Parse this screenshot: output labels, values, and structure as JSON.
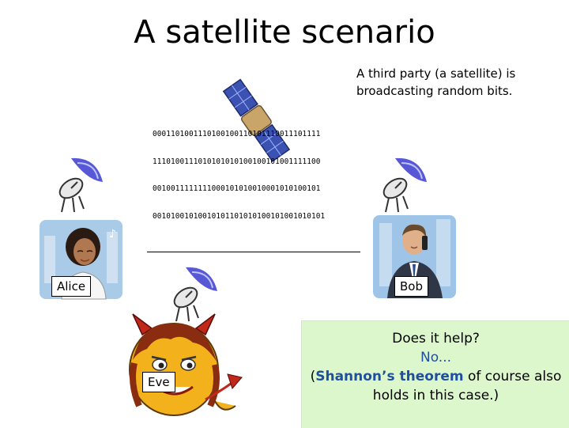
{
  "slide": {
    "title": "A satellite scenario",
    "caption_line1": "A third party (a satellite) is",
    "caption_line2": "broadcasting random bits.",
    "bits": [
      "0001101001110100100110101110011101111",
      "1110100111010101010100100101001111100",
      "0010011111111000101010010001010100101",
      "00101001010010101101010100101001010101"
    ],
    "labels": {
      "alice": "Alice",
      "bob": "Bob",
      "eve": "Eve"
    },
    "note": {
      "line1": "Does it help?",
      "line2": "No...",
      "line3_pre": "(",
      "line3_bold": "Shannon’s theorem",
      "line3_post": " of course also",
      "line4": "holds in this case.)"
    },
    "colors": {
      "link": "#1f4fa0",
      "note_bg": "#ddf7cc",
      "dish_blue": "#3b3bd0"
    }
  }
}
